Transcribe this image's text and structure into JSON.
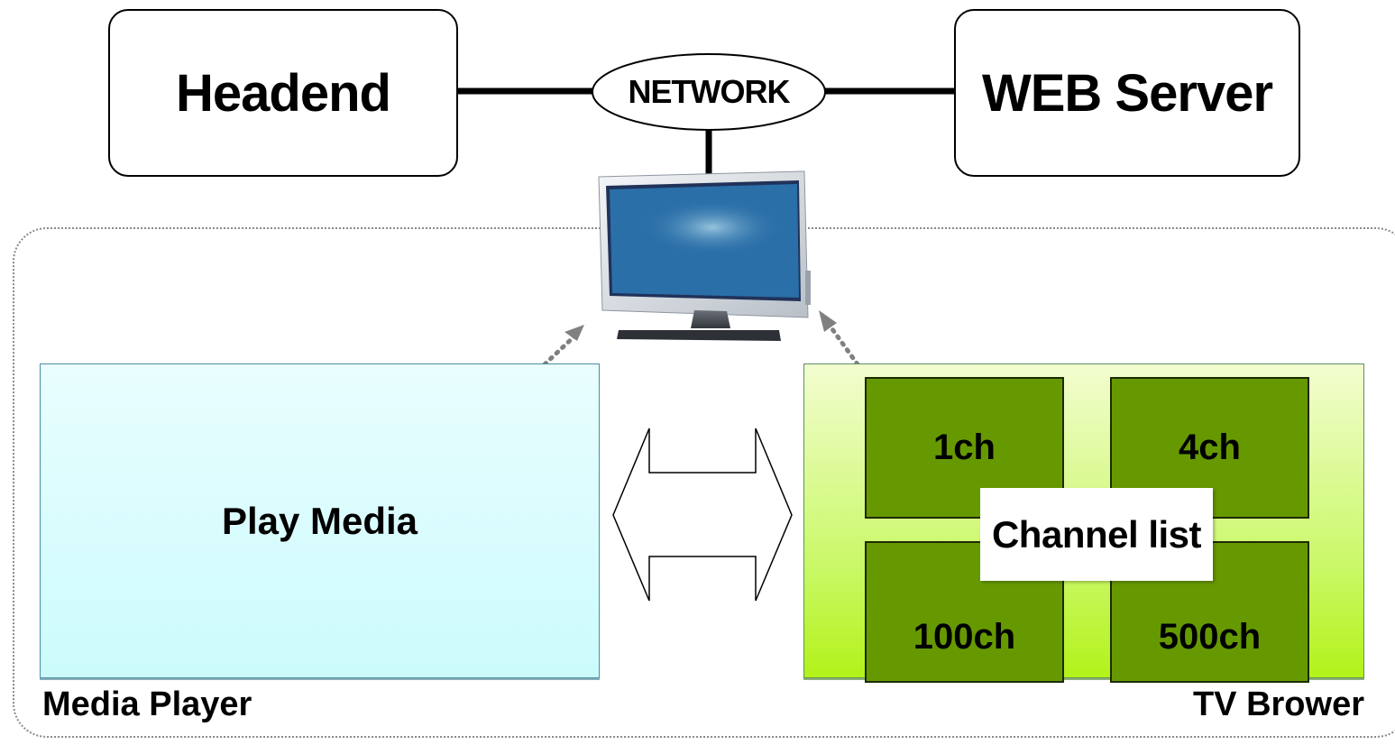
{
  "nodes": {
    "headend": "Headend",
    "network": "NETWORK",
    "web_server": "WEB Server"
  },
  "media_player": {
    "content": "Play Media",
    "label": "Media Player"
  },
  "tv_browser": {
    "label": "TV Brower",
    "channels": [
      "1ch",
      "4ch",
      "100ch",
      "500ch"
    ],
    "overlay": "Channel list"
  },
  "colors": {
    "line": "#000000",
    "media_panel": "#d8fcfd",
    "tv_panel": "#c9f866",
    "channel_tile": "#669900",
    "screen": "#2a6fa8"
  },
  "icons": [
    "tv-monitor-icon",
    "double-arrow-icon"
  ]
}
